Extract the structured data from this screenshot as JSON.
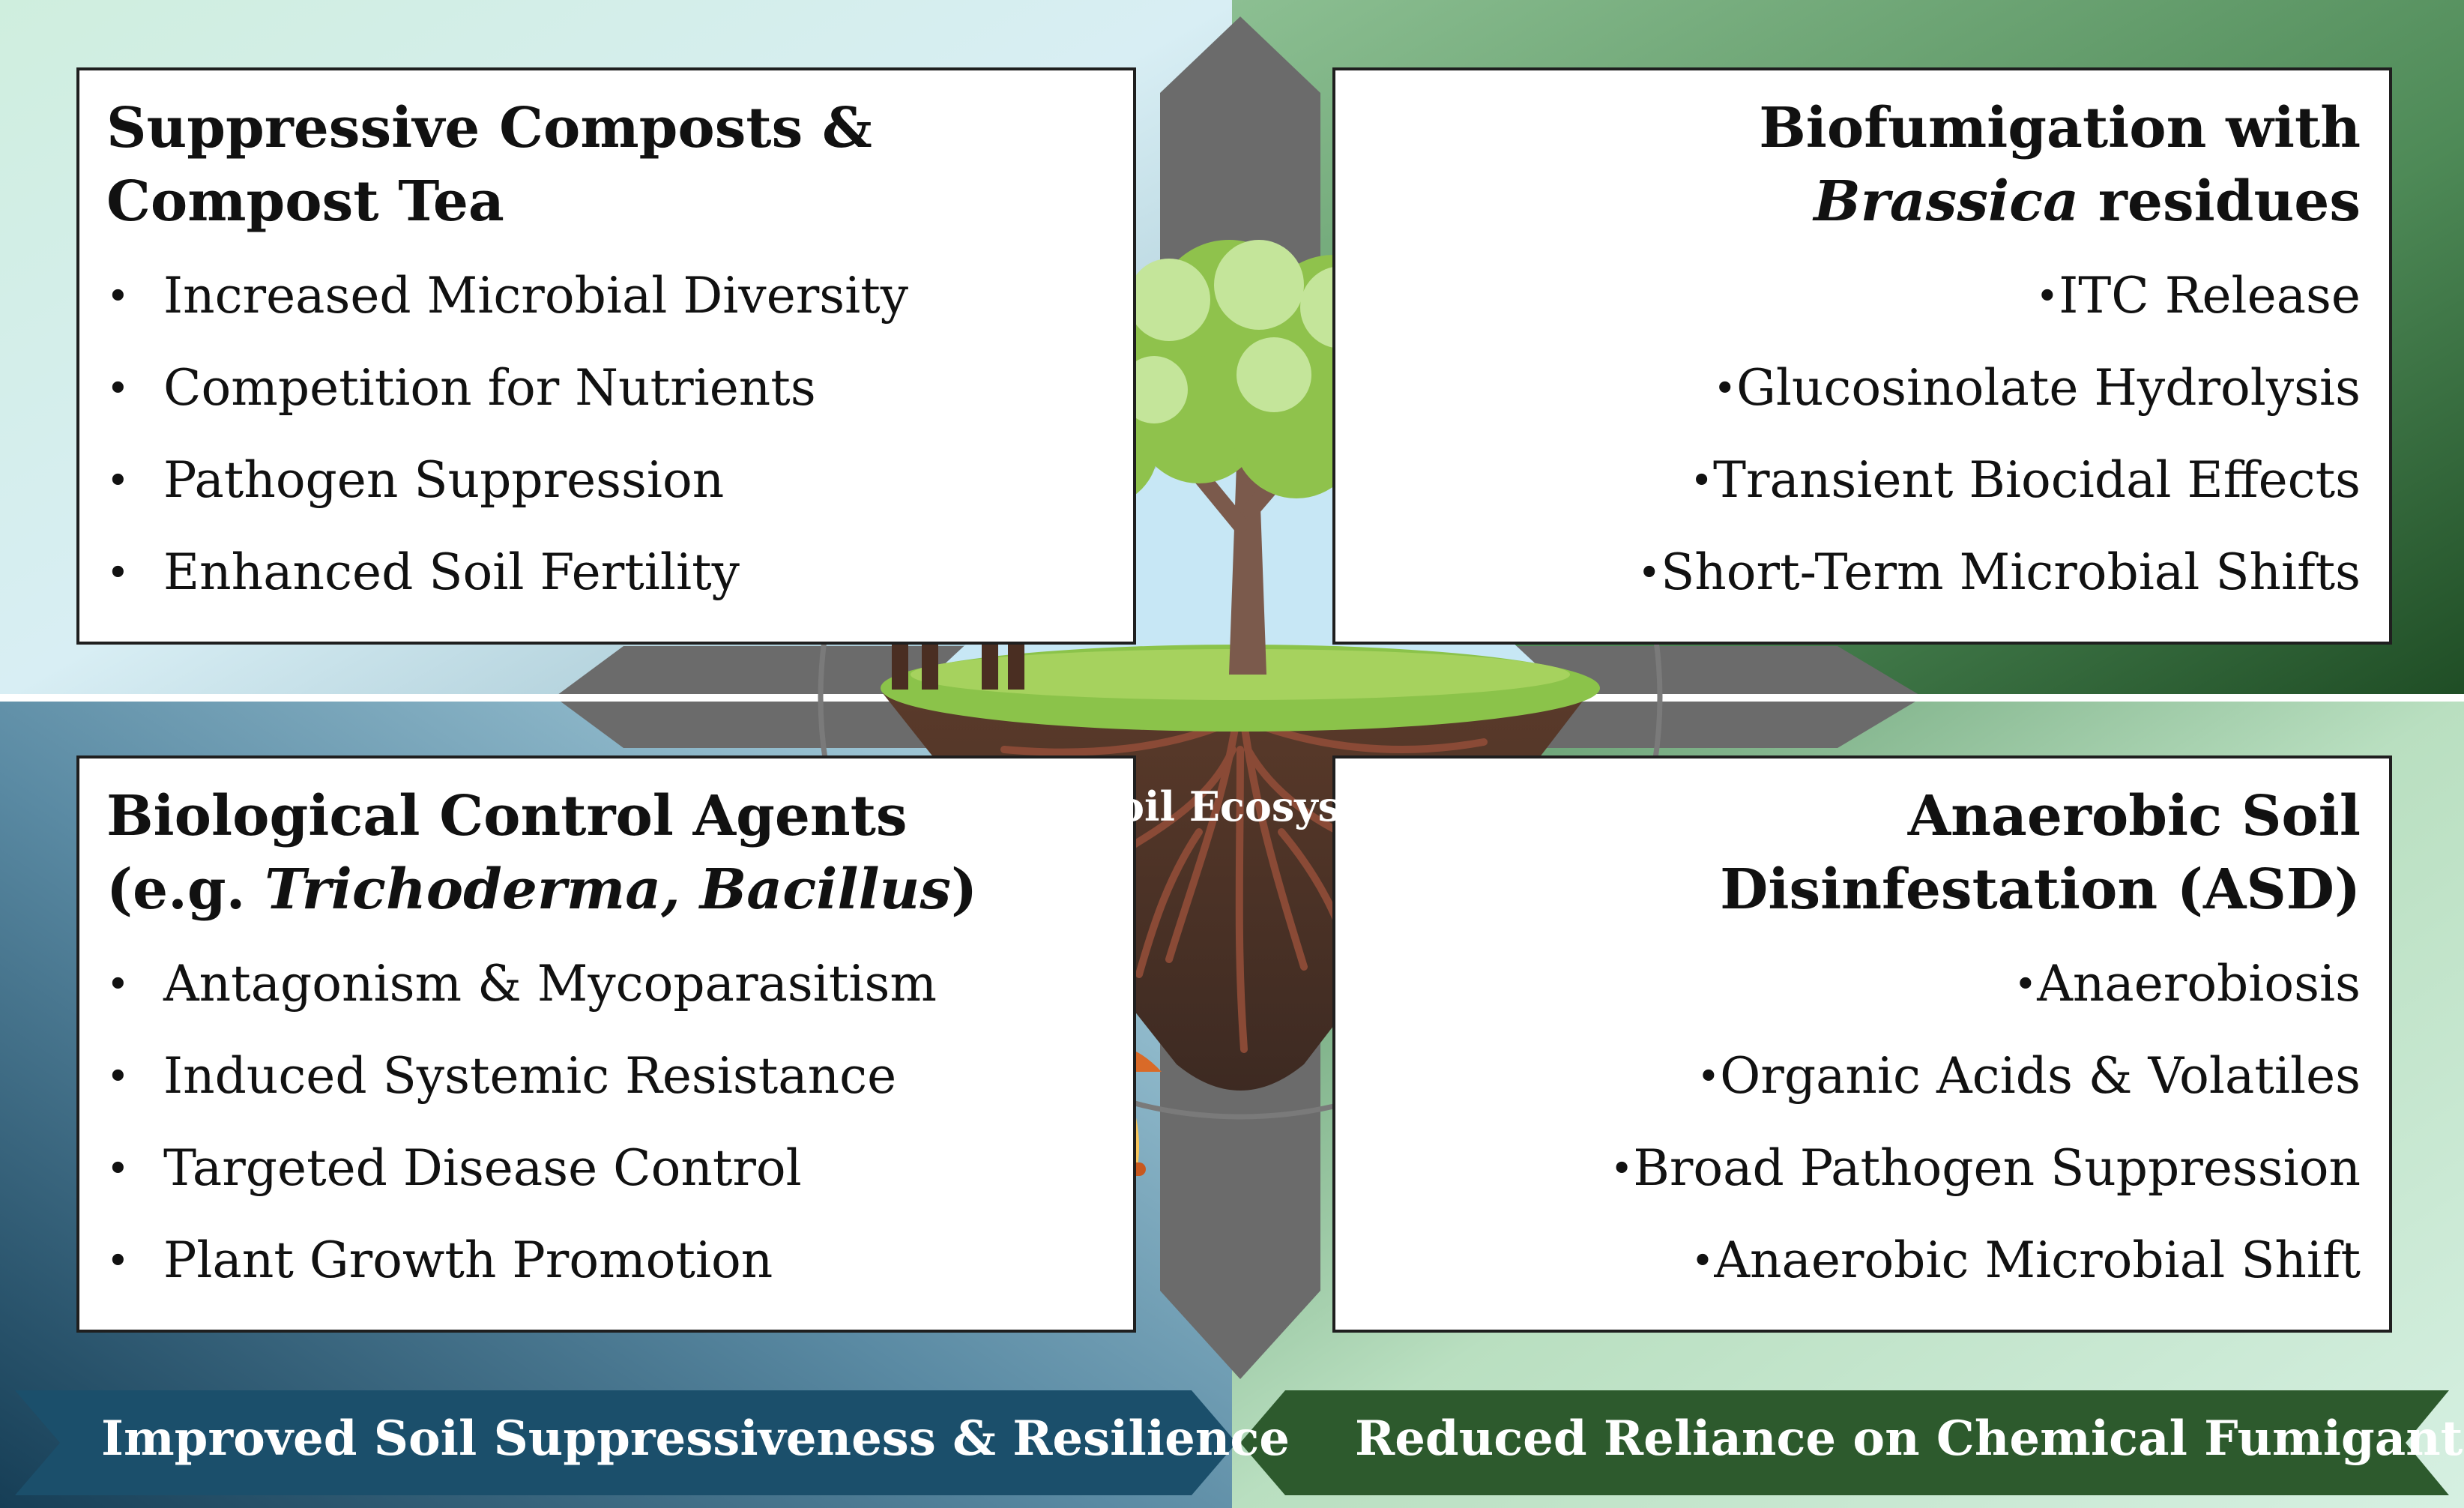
{
  "center_label": "Soil Ecosystem",
  "boxes": {
    "top_left": {
      "title_1": "Suppressive Composts &",
      "title_2": "Compost Tea",
      "items": [
        "Increased Microbial Diversity",
        "Competition for Nutrients",
        "Pathogen Suppression",
        "Enhanced Soil Fertility"
      ]
    },
    "top_right": {
      "title_1": "Biofumigation with",
      "title_2_italic": "Brassica",
      "title_2_rest": " residues",
      "items": [
        "ITC Release",
        "Glucosinolate Hydrolysis",
        "Transient Biocidal Effects",
        "Short-Term Microbial Shifts"
      ]
    },
    "bottom_left": {
      "title_1": "Biological Control Agents",
      "title_2_prefix": "(e.g. ",
      "title_2_italic": "Trichoderma, Bacillus",
      "title_2_suffix": ")",
      "items": [
        "Antagonism & Mycoparasitism",
        "Induced Systemic Resistance",
        "Targeted Disease Control",
        "Plant Growth Promotion"
      ]
    },
    "bottom_right": {
      "title_1": "Anaerobic Soil",
      "title_2": "Disinfestation (ASD)",
      "items": [
        "Anaerobiosis",
        "Organic Acids & Volatiles",
        "Broad Pathogen Suppression",
        "Anaerobic Microbial Shift"
      ]
    }
  },
  "banners": {
    "left": "Improved Soil Suppressiveness & Resilience",
    "right": "Reduced Reliance on Chemical Fumigants"
  },
  "colors": {
    "teal_dark": "#1b4f6b",
    "green_dark": "#2d5a2d",
    "grey_cross": "#6b6b6b",
    "compost_circle": "#f0a98a",
    "plant_circle": "#a9cfe6",
    "bca_circle": "#f9c55a",
    "asd_circle": "#bfe9c8"
  },
  "icons": [
    "maple-leaf-icon",
    "leaf-icon",
    "cow-icon",
    "tree-icon",
    "plant-icon",
    "bacteria-icon",
    "mushroom-icon",
    "worm-icon",
    "hexagon-molecule-icon"
  ]
}
